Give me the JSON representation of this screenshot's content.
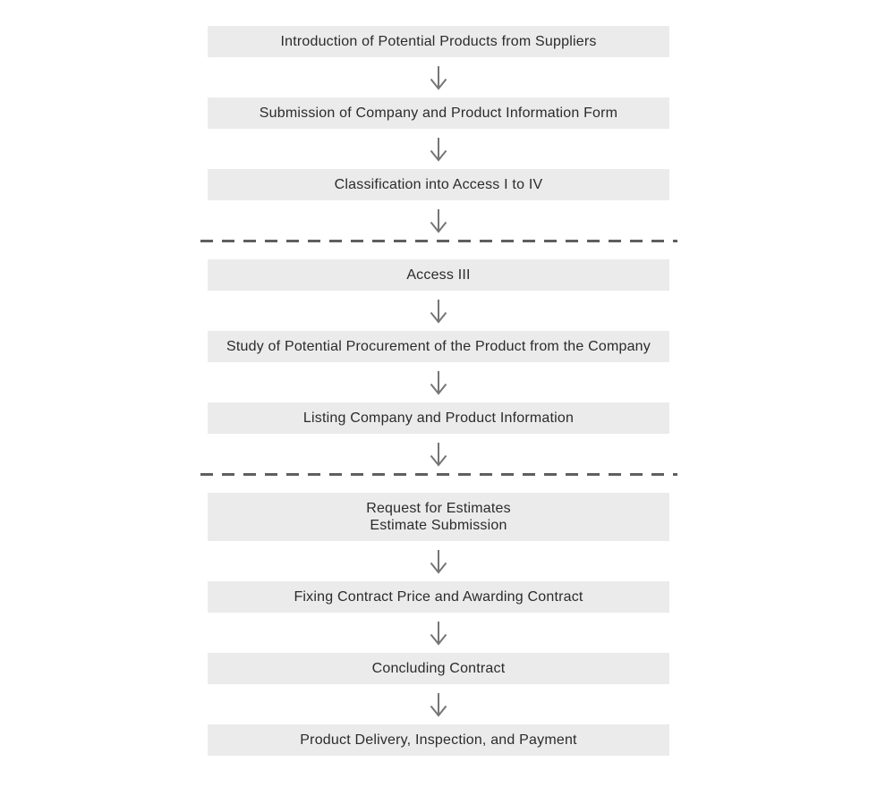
{
  "page": {
    "background": "#ffffff",
    "description": "Supplier procurement process flowchart"
  },
  "colors": {
    "box_bg": "#ebebeb",
    "box_text": "#2b2b2b",
    "arrow": "#757575",
    "divider": "#5f5f5f"
  },
  "icons": {
    "down_arrow": "thin downward arrow with open v-shaped head"
  },
  "flow": {
    "items": [
      {
        "type": "box",
        "lines": [
          "Introduction of Potential Products from Suppliers"
        ]
      },
      {
        "type": "arrow"
      },
      {
        "type": "box",
        "lines": [
          "Submission of Company and Product Information Form"
        ]
      },
      {
        "type": "arrow"
      },
      {
        "type": "box",
        "lines": [
          "Classification into Access I to IV"
        ]
      },
      {
        "type": "arrow"
      },
      {
        "type": "divider"
      },
      {
        "type": "box",
        "lines": [
          "Access III"
        ]
      },
      {
        "type": "arrow"
      },
      {
        "type": "box",
        "lines": [
          "Study of Potential Procurement of the Product from the Company"
        ]
      },
      {
        "type": "arrow"
      },
      {
        "type": "box",
        "lines": [
          "Listing Company and Product Information"
        ]
      },
      {
        "type": "arrow"
      },
      {
        "type": "divider"
      },
      {
        "type": "box",
        "lines": [
          "Request for Estimates",
          "Estimate Submission"
        ]
      },
      {
        "type": "arrow"
      },
      {
        "type": "box",
        "lines": [
          "Fixing Contract Price and Awarding Contract"
        ]
      },
      {
        "type": "arrow"
      },
      {
        "type": "box",
        "lines": [
          "Concluding Contract"
        ]
      },
      {
        "type": "arrow"
      },
      {
        "type": "box",
        "lines": [
          "Product Delivery, Inspection, and Payment"
        ]
      }
    ]
  }
}
